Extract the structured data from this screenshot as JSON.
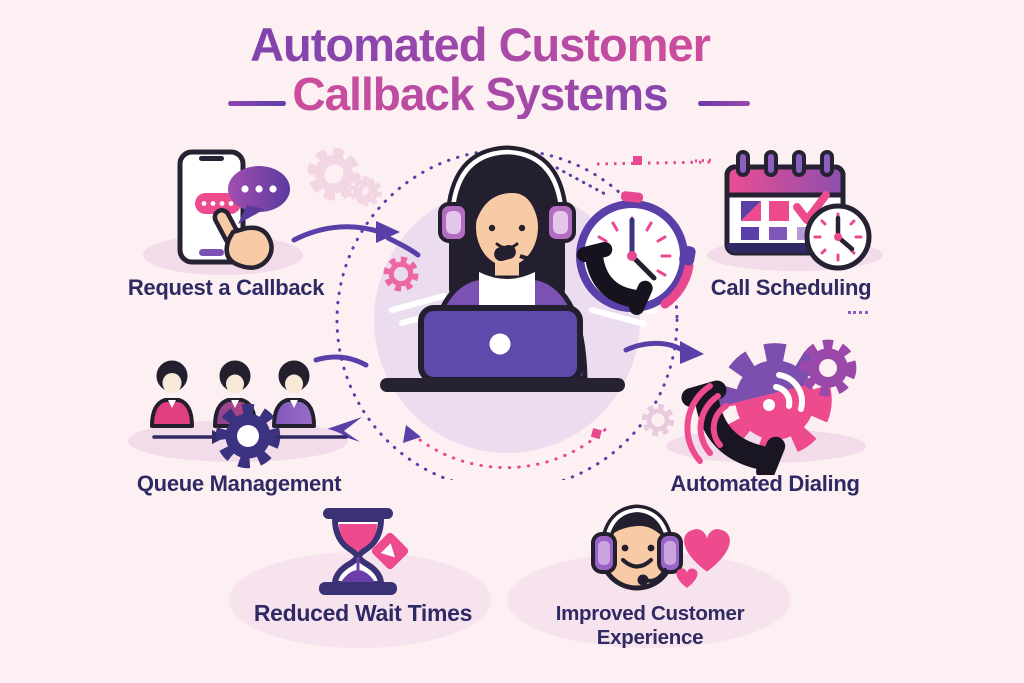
{
  "title": {
    "line1": "Automated Customer",
    "line2": "Callback Systems"
  },
  "features": [
    {
      "id": "request-callback",
      "label": "Request a Callback",
      "icon": "phone-chat-hand-icon"
    },
    {
      "id": "call-scheduling",
      "label": "Call Scheduling",
      "icon": "calendar-clock-icon"
    },
    {
      "id": "queue-management",
      "label": "Queue Management",
      "icon": "people-queue-gear-icon"
    },
    {
      "id": "automated-dialing",
      "label": "Automated Dialing",
      "icon": "phone-gear-signal-icon"
    },
    {
      "id": "reduced-wait-times",
      "label": "Reduced Wait Times",
      "icon": "hourglass-icon"
    },
    {
      "id": "improved-customer-experience",
      "label": "Improved Customer Experience",
      "icon": "smiling-agent-hearts-icon"
    }
  ],
  "center": {
    "illustration": "customer-support-agent-with-laptop",
    "badge": "phone-call-clock-badge"
  },
  "colors": {
    "background": "#fdf0f2",
    "title_purple": "#5b3ba7",
    "title_pink": "#ed4b94",
    "label_text": "#2f2a63",
    "accent_pink": "#e8488f",
    "accent_purple": "#7b52b4",
    "dark_outline": "#262233",
    "deep_indigo": "#3b3380",
    "circle_lavender": "#ecdcf0",
    "shadow_ellipse": "#f3dcea",
    "skin": "#f8cba6"
  }
}
